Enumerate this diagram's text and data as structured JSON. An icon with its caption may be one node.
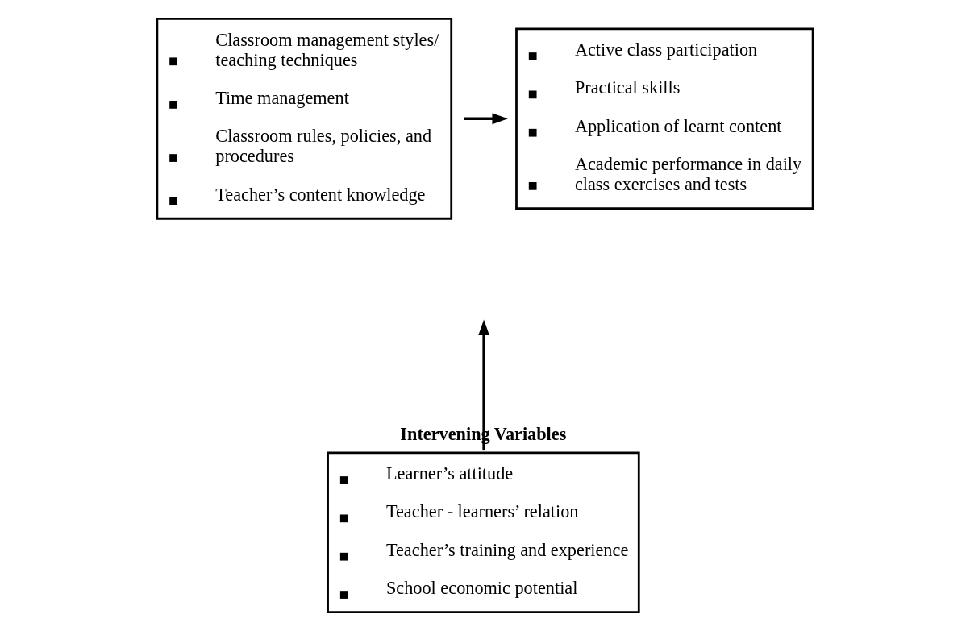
{
  "diagram": {
    "nodes": [
      {
        "text": [
          "Classroom management styles/ teaching techniques",
          "Time management",
          "Classroom rules, policies, and procedures",
          "Teacher’s content knowledge"
        ]
      },
      {
        "text": [
          "Active class participation",
          "Practical skills",
          "Application of learnt content",
          "Academic performance in daily class exercises and tests"
        ]
      },
      {
        "text": [
          "Intervening Variables",
          "Learner’s attitude",
          "Teacher - learners’ relation",
          "Teacher’s training and experience",
          "School economic potential"
        ]
      }
    ],
    "edges": [
      {
        "from": 0,
        "to": 1,
        "arrow": "to"
      },
      {
        "from": 2,
        "to": null,
        "arrow": "to"
      }
    ]
  }
}
